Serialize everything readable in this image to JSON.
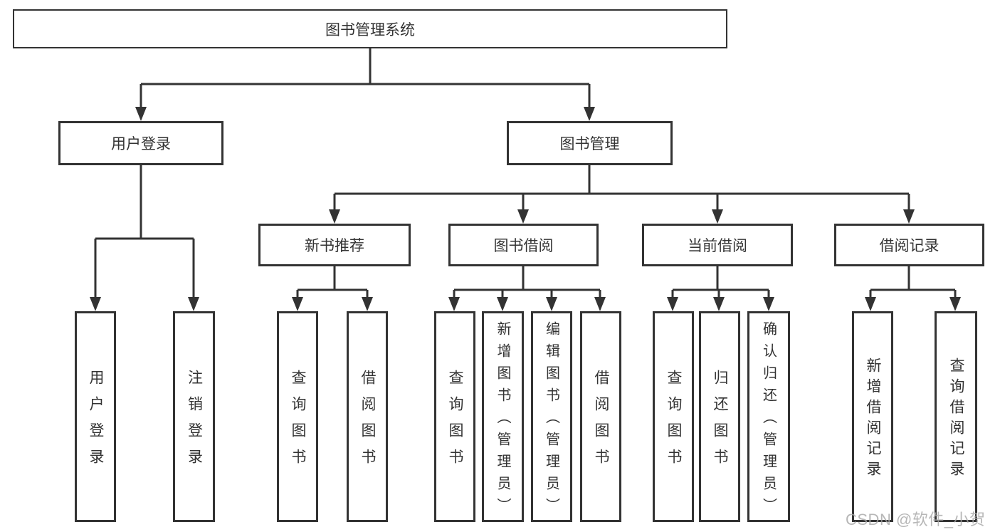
{
  "tree": {
    "root": "图书管理系统",
    "branches": [
      {
        "label": "用户登录",
        "leaves": [
          "用户登录",
          "注销登录"
        ]
      },
      {
        "label": "图书管理",
        "groups": [
          {
            "label": "新书推荐",
            "leaves": [
              "查询图书",
              "借阅图书"
            ]
          },
          {
            "label": "图书借阅",
            "leaves": [
              "查询图书",
              "新增图书（管理员）",
              "编辑图书（管理员）",
              "借阅图书"
            ]
          },
          {
            "label": "当前借阅",
            "leaves": [
              "查询图书",
              "归还图书",
              "确认归还（管理员）"
            ]
          },
          {
            "label": "借阅记录",
            "leaves": [
              "新增借阅记录",
              "查询借阅记录"
            ]
          }
        ]
      }
    ]
  },
  "watermark": "CSDN @软件_小贺同学",
  "colors": {
    "line": "#333333",
    "text": "#333333",
    "background": "#ffffff",
    "watermark": "#a8a8a8"
  }
}
